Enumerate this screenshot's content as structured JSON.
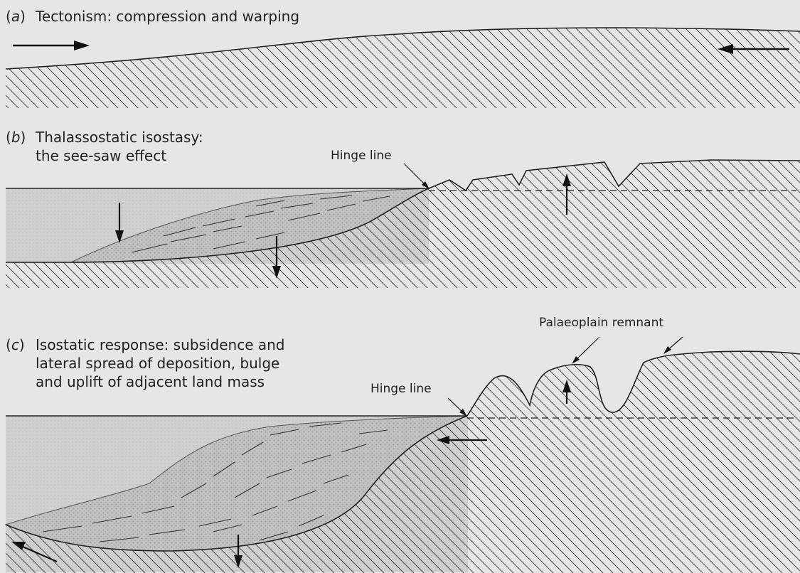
{
  "panel_a": {
    "letter": "a",
    "caption": "Tectonism: compression and warping"
  },
  "panel_b": {
    "letter": "b",
    "caption_line1": "Thalassostatic isostasy:",
    "caption_line2": "the see-saw effect",
    "hinge_label": "Hinge line"
  },
  "panel_c": {
    "letter": "c",
    "caption_line1": "Isostatic response: subsidence and",
    "caption_line2": "lateral spread of deposition, bulge",
    "caption_line3": "and uplift of adjacent land mass",
    "hinge_label": "Hinge line",
    "remnant_label": "Palaeoplain remnant"
  }
}
